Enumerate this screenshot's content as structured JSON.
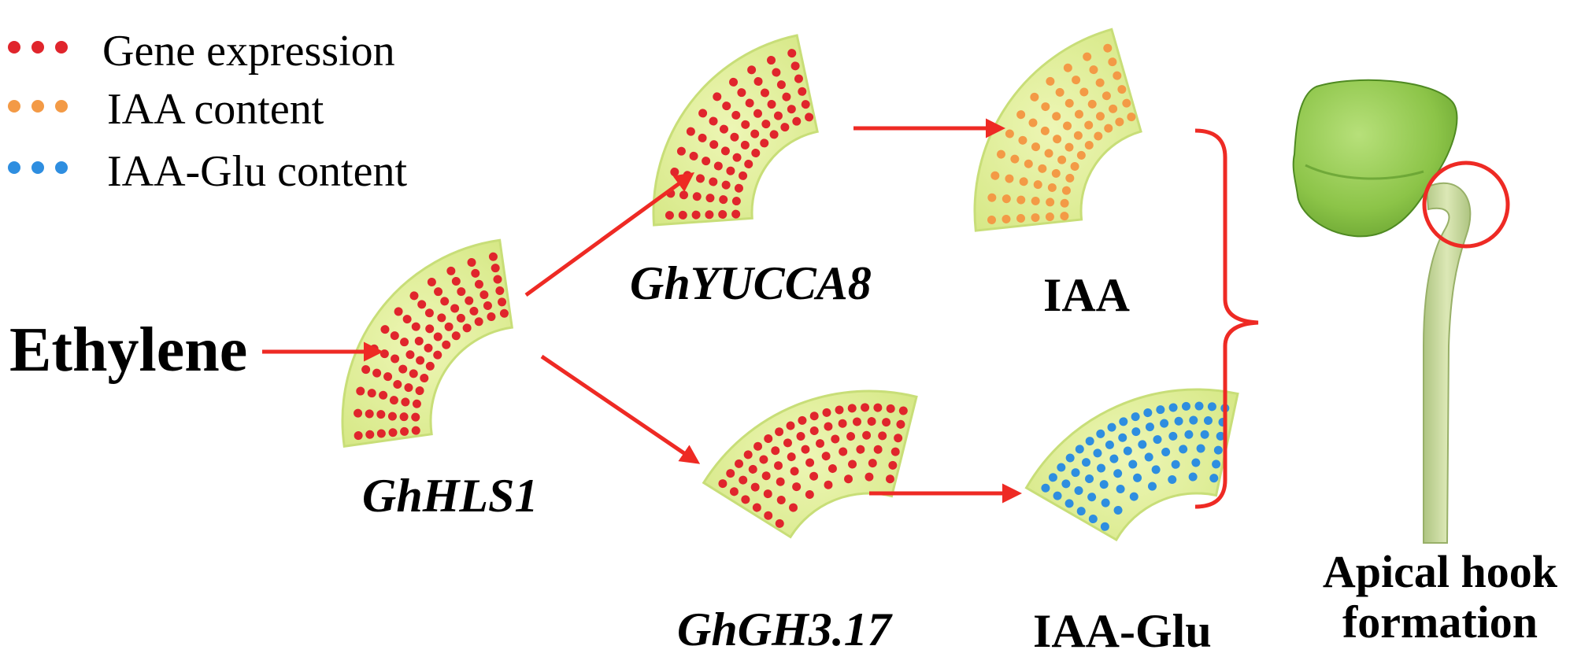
{
  "colors": {
    "gene_expression": "#e0252c",
    "iaa_content": "#f39a46",
    "iaa_glu_content": "#2e8ee0",
    "arrow": "#ee2a24",
    "tissue": "#e3f0a0",
    "tissue_edge": "#c8de78",
    "seedling_leaf": "#8fc84a",
    "stem": "#c9d9a0"
  },
  "legend": [
    {
      "label": "Gene expression",
      "color": "#e0252c",
      "icon": "three-dots-red"
    },
    {
      "label": "IAA content",
      "color": "#f39a46",
      "icon": "three-dots-orange"
    },
    {
      "label": "IAA-Glu content",
      "color": "#2e8ee0",
      "icon": "three-dots-blue"
    }
  ],
  "nodes": {
    "ethylene": "Ethylene",
    "ghhls1": "GhHLS1",
    "ghyucca8": "GhYUCCA8",
    "ghgh317": "GhGH3.17",
    "iaa": "IAA",
    "iaa_glu": "IAA-Glu",
    "outcome_line1": "Apical hook",
    "outcome_line2": "formation"
  },
  "panels": [
    {
      "id": "ghhls1",
      "dot_color": "gene_expression",
      "pattern": "inner"
    },
    {
      "id": "ghyucca8",
      "dot_color": "gene_expression",
      "pattern": "inner"
    },
    {
      "id": "ghgh317",
      "dot_color": "gene_expression",
      "pattern": "outer"
    },
    {
      "id": "iaa",
      "dot_color": "iaa_content",
      "pattern": "inner"
    },
    {
      "id": "iaa_glu",
      "dot_color": "iaa_glu_content",
      "pattern": "outer"
    }
  ]
}
